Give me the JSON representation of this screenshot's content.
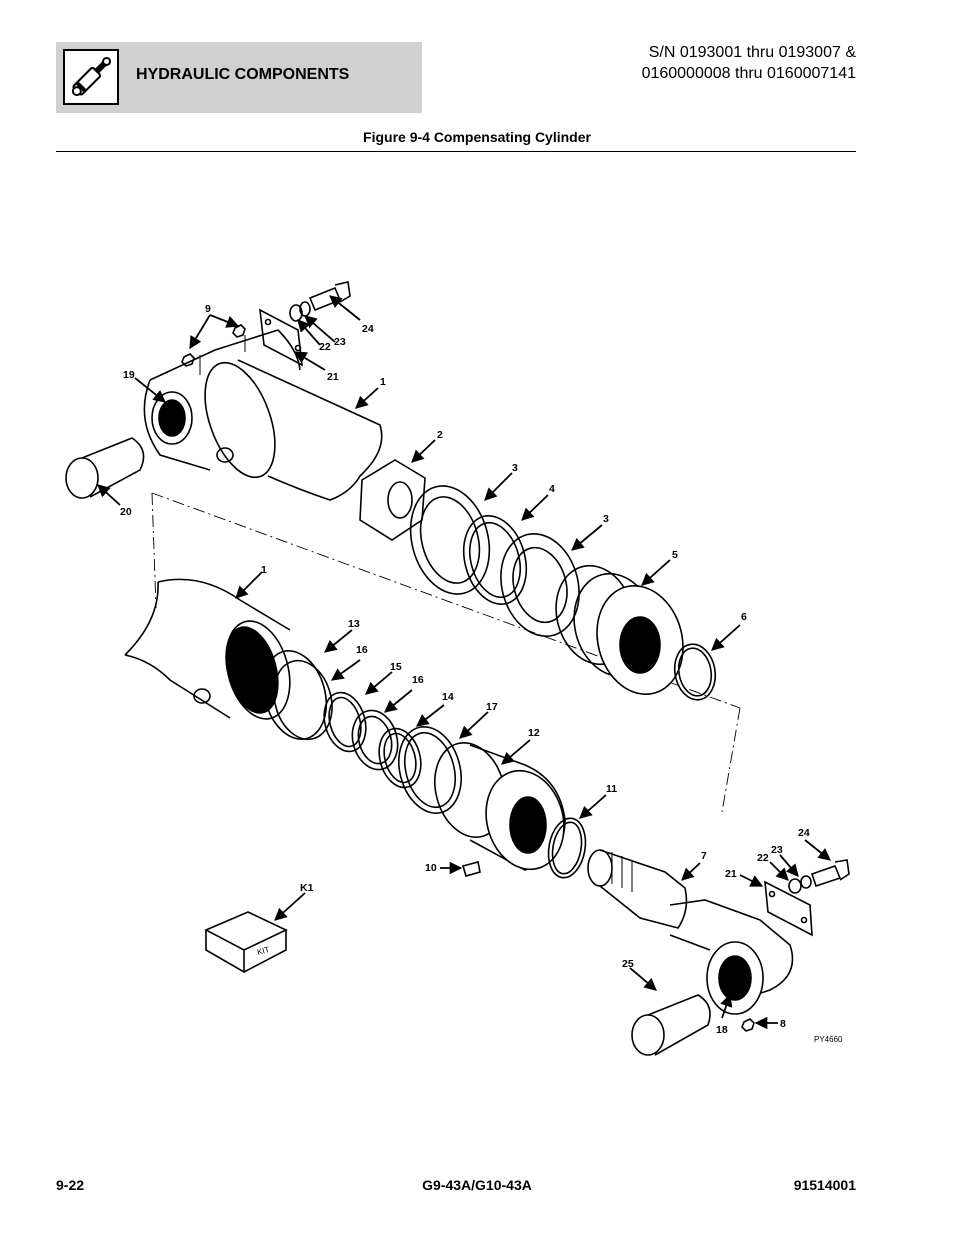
{
  "header": {
    "title": "HYDRAULIC COMPONENTS",
    "serial_line1": "S/N 0193001 thru 0193007 &",
    "serial_line2": "0160000008 thru 0160007141"
  },
  "figure": {
    "title": "Figure 9-4 Compensating Cylinder",
    "drawing_code": "PY4660",
    "kit_text": "KIT",
    "callouts": {
      "c9": "9",
      "c24a": "24",
      "c23a": "23",
      "c22a": "22",
      "c21a": "21",
      "c19": "19",
      "c1a": "1",
      "c2": "2",
      "c3a": "3",
      "c4": "4",
      "c3b": "3",
      "c5": "5",
      "c6": "6",
      "c20": "20",
      "c1b": "1",
      "c13": "13",
      "c16a": "16",
      "c15": "15",
      "c16b": "16",
      "c14": "14",
      "c17": "17",
      "c12": "12",
      "c11": "11",
      "c10": "10",
      "c7": "7",
      "c24b": "24",
      "c23b": "23",
      "c22b": "22",
      "c21b": "21",
      "cK1": "K1",
      "c25": "25",
      "c18": "18",
      "c8": "8"
    }
  },
  "footer": {
    "page": "9-22",
    "model": "G9-43A/G10-43A",
    "doc_number": "91514001"
  }
}
